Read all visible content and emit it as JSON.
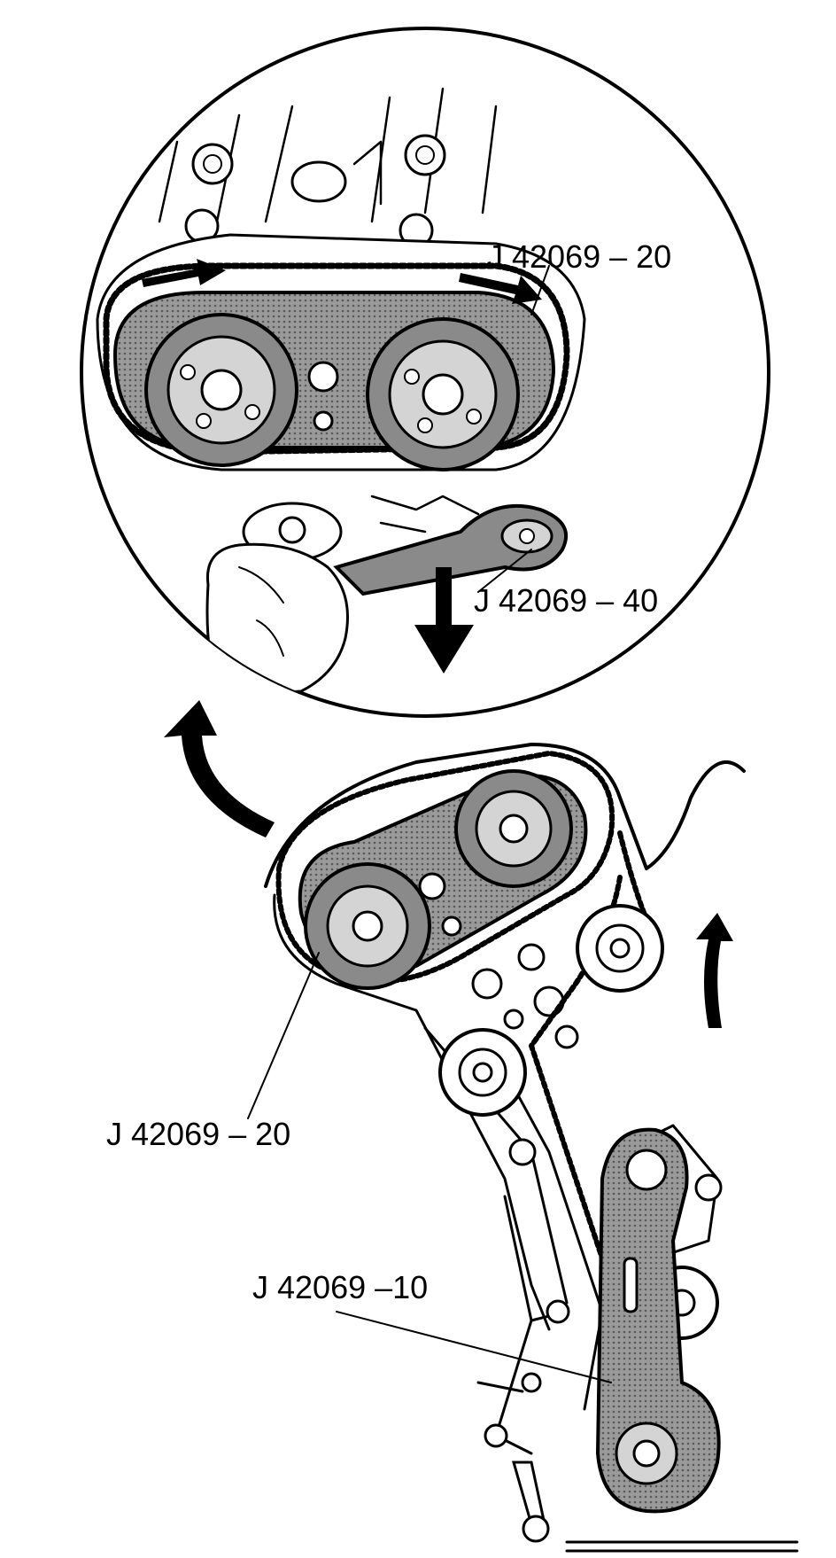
{
  "callouts": {
    "tool_cam_holder_upper": "J 42069 – 20",
    "tool_wrench": "J 42069 – 40",
    "tool_cam_holder_lower": "J 42069 – 20",
    "tool_tensioner": "J 42069 –10"
  },
  "icons": {
    "down_arrow": "arrow-down-icon",
    "curved_arrow_left": "curved-arrow-icon",
    "curved_arrow_right": "curved-arrow-up-icon",
    "belt_direction_arrows": "belt-direction-arrow-icon"
  },
  "colors": {
    "ink": "#000000",
    "tool_shading": "#8a8a8a",
    "background": "#ffffff"
  }
}
